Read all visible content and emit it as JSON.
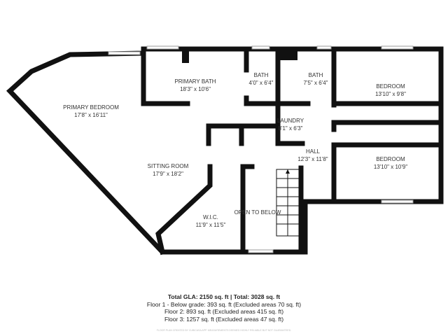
{
  "rooms": [
    {
      "name": "PRIMARY BEDROOM",
      "size": "17'8\" x 16'11\""
    },
    {
      "name": "PRIMARY BATH",
      "size": "18'3\" x 10'6\""
    },
    {
      "name": "BATH",
      "size": "4'0\" x 6'4\""
    },
    {
      "name": "BATH",
      "size": "7'5\" x 6'4\""
    },
    {
      "name": "BEDROOM",
      "size": "13'10\" x 9'8\""
    },
    {
      "name": "LAUNDRY",
      "size": "8'1\" x 6'3\""
    },
    {
      "name": "HALL",
      "size": "12'3\" x 11'8\""
    },
    {
      "name": "BEDROOM",
      "size": "13'10\" x 10'9\""
    },
    {
      "name": "SITTING ROOM",
      "size": "17'9\" x 18'2\""
    },
    {
      "name": "W.I.C.",
      "size": "11'9\" x 11'5\""
    },
    {
      "name": "OPEN TO BELOW",
      "size": ""
    }
  ],
  "summary": {
    "total": "Total GLA: 2150 sq. ft | Total: 3028 sq. ft",
    "floor1": "Floor 1 - Below grade: 393 sq. ft (Excluded areas 70 sq. ft)",
    "floor2": "Floor 2: 893 sq. ft (Excluded areas 415 sq. ft)",
    "floor3": "Floor 3: 1257 sq. ft (Excluded areas 47 sq. ft)",
    "footnote": "FLOOR PLAN CREATED BY CUBICASA APP. MEASUREMENTS DEEMED HIGHLY RELIABLE BUT NOT GUARANTEED."
  }
}
